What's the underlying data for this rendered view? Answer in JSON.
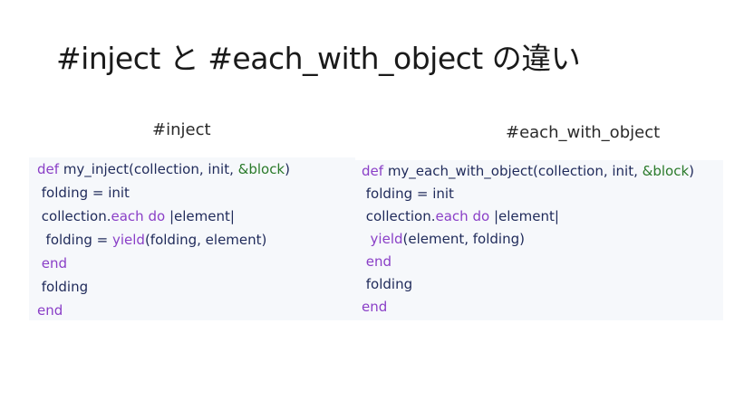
{
  "title": "#inject と #each_with_object の違い",
  "left": {
    "heading": "#inject",
    "lines": [
      [
        {
          "t": "def ",
          "c": "kw"
        },
        {
          "t": "my_inject",
          "c": "fn"
        },
        {
          "t": "(collection, init, ",
          "c": "plain"
        },
        {
          "t": "&block",
          "c": "sym"
        },
        {
          "t": ")",
          "c": "plain"
        }
      ],
      [
        {
          "t": " folding = init",
          "c": "plain"
        }
      ],
      [
        {
          "t": " collection.",
          "c": "plain"
        },
        {
          "t": "each",
          "c": "kw"
        },
        {
          "t": " ",
          "c": "plain"
        },
        {
          "t": "do",
          "c": "kw"
        },
        {
          "t": " |element|",
          "c": "plain"
        }
      ],
      [
        {
          "t": "  folding = ",
          "c": "plain"
        },
        {
          "t": "yield",
          "c": "kw"
        },
        {
          "t": "(folding, element)",
          "c": "plain"
        }
      ],
      [
        {
          "t": " end",
          "c": "kw"
        }
      ],
      [
        {
          "t": " folding",
          "c": "plain"
        }
      ],
      [
        {
          "t": "end",
          "c": "kw"
        }
      ]
    ]
  },
  "right": {
    "heading": "#each_with_object",
    "lines": [
      [
        {
          "t": "def ",
          "c": "kw"
        },
        {
          "t": "my_each_with_object",
          "c": "fn"
        },
        {
          "t": "(collection, init, ",
          "c": "plain"
        },
        {
          "t": "&block",
          "c": "sym"
        },
        {
          "t": ")",
          "c": "plain"
        }
      ],
      [
        {
          "t": " folding = init",
          "c": "plain"
        }
      ],
      [
        {
          "t": " collection.",
          "c": "plain"
        },
        {
          "t": "each",
          "c": "kw"
        },
        {
          "t": " ",
          "c": "plain"
        },
        {
          "t": "do",
          "c": "kw"
        },
        {
          "t": " |element|",
          "c": "plain"
        }
      ],
      [
        {
          "t": "  ",
          "c": "plain"
        },
        {
          "t": "yield",
          "c": "kw"
        },
        {
          "t": "(element, folding)",
          "c": "plain"
        }
      ],
      [
        {
          "t": " end",
          "c": "kw"
        }
      ],
      [
        {
          "t": " folding",
          "c": "plain"
        }
      ],
      [
        {
          "t": "end",
          "c": "kw"
        }
      ]
    ]
  },
  "colors": {
    "keyword": "#8a3fc7",
    "identifier": "#1f2a5a",
    "block_arg": "#2a7a2a",
    "panel_bg": "#f6f8fb"
  }
}
